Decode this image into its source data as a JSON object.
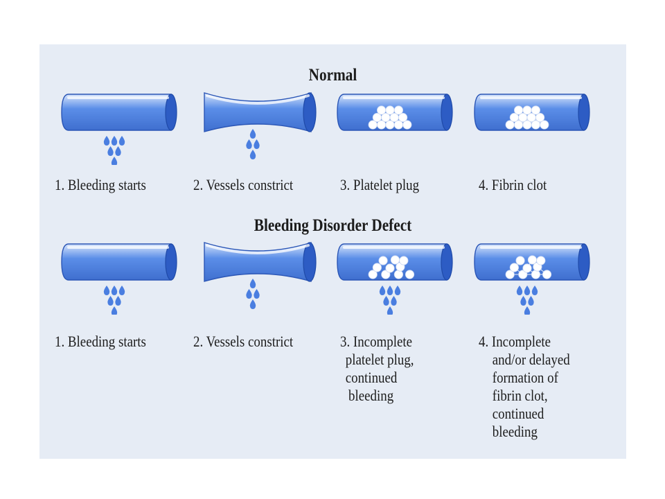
{
  "sections": [
    {
      "title": "Normal",
      "steps": [
        {
          "label": "1. Bleeding starts",
          "lines": []
        },
        {
          "label": "2. Vessels constrict",
          "lines": []
        },
        {
          "label": "3. Platelet plug",
          "lines": []
        },
        {
          "label": "4. Fibrin clot",
          "lines": []
        }
      ]
    },
    {
      "title": "Bleeding Disorder Defect",
      "steps": [
        {
          "label": "1. Bleeding starts",
          "lines": []
        },
        {
          "label": "2. Vessels constrict",
          "lines": []
        },
        {
          "label": "3. Incomplete",
          "lines": [
            "platelet plug,",
            "continued",
            "bleeding"
          ]
        },
        {
          "label": "4. Incomplete",
          "lines": [
            "and/or delayed",
            "formation of",
            "fibrin clot,",
            "continued",
            "bleeding"
          ]
        }
      ]
    }
  ],
  "colors": {
    "vessel": "#5b8ee8",
    "drop": "#4a7ee0",
    "platelet": "#ffffff",
    "panel": "#e6ecf5"
  }
}
